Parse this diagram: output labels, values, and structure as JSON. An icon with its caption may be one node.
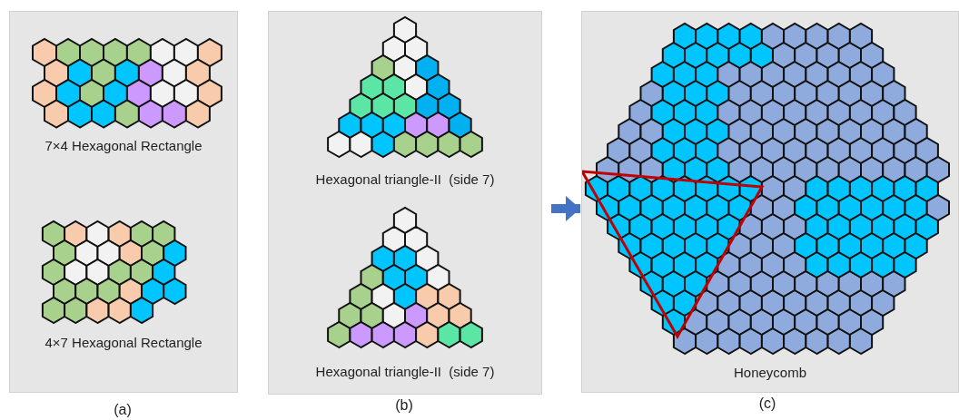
{
  "diagram": {
    "nodes": [
      {
        "text": [
          "7×4 Hexagonal Rectangle",
          "4×7 Hexagonal Rectangle"
        ],
        "beside": [
          "(a)"
        ]
      },
      {
        "text": [
          "Hexagonal triangle-II  (side 7)",
          "Hexagonal triangle-II  (side 7)"
        ],
        "beside": [
          "(b)"
        ]
      },
      {
        "text": [
          "Honeycomb"
        ],
        "beside": [
          "(c)"
        ]
      }
    ],
    "edges": [
      {
        "from": 1,
        "to": 2,
        "arrow": "to"
      }
    ]
  }
}
